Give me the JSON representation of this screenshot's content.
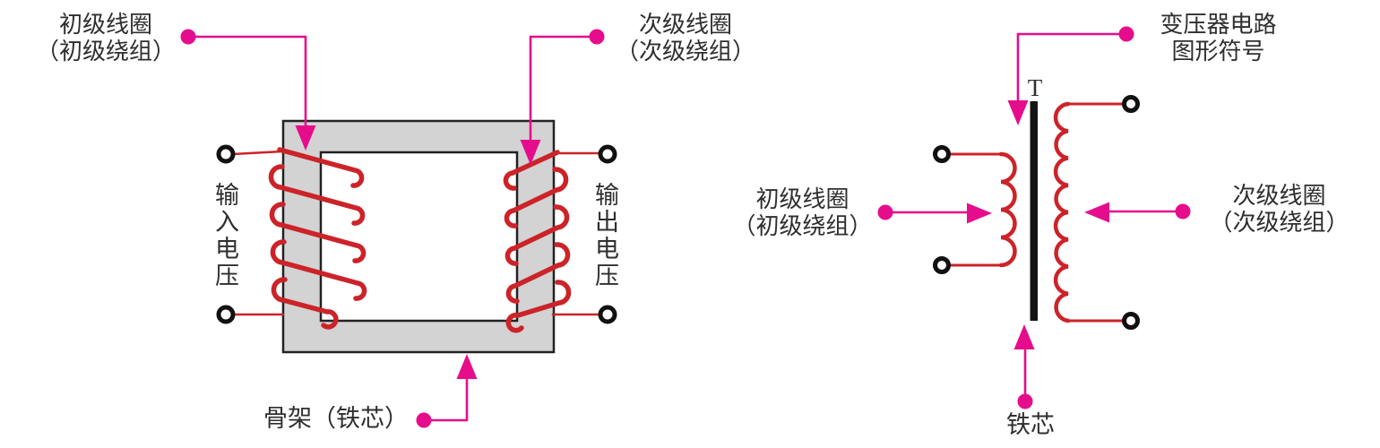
{
  "colors": {
    "magenta": "#e60d8c",
    "coil_red": "#cc2329",
    "core_fill": "#d3d3d3",
    "core_stroke": "#222222",
    "symbol_bar": "#141414",
    "text": "#2f2f2f"
  },
  "left_diagram": {
    "primary_label": {
      "line1": "初级线圈",
      "line2": "（初级绕组）"
    },
    "secondary_label": {
      "line1": "次级线圈",
      "line2": "（次级绕组）"
    },
    "input_voltage": "输入电压",
    "output_voltage": "输出电压",
    "frame_label": "骨架（铁芯）"
  },
  "right_diagram": {
    "title_label": {
      "line1": "变压器电路",
      "line2": "图形符号"
    },
    "designator": "T",
    "primary_label": {
      "line1": "初级线圈",
      "line2": "（初级绕组）"
    },
    "secondary_label": {
      "line1": "次级线圈",
      "line2": "（次级绕组）"
    },
    "core_label": "铁芯"
  }
}
